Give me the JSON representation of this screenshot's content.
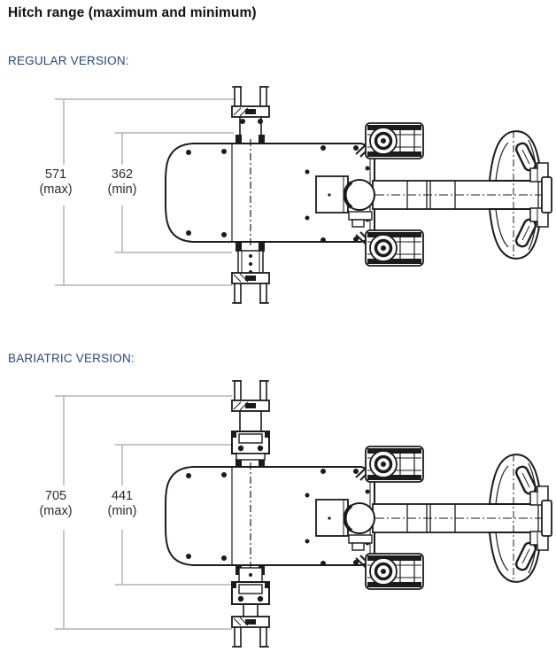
{
  "title": "Hitch range (maximum and minimum)",
  "sections": [
    {
      "heading": "REGULAR VERSION:",
      "max_value": "571",
      "max_qualifier": "(max)",
      "min_value": "362",
      "min_qualifier": "(min)"
    },
    {
      "heading": "BARIATRIC VERSION:",
      "max_value": "705",
      "max_qualifier": "(max)",
      "min_value": "441",
      "min_qualifier": "(min)"
    }
  ],
  "diagram": {
    "kind": "technical line drawing, top view",
    "regular_dimensions": [
      "571 (max)",
      "362 (min)"
    ],
    "bariatric_dimensions": [
      "705 (max)",
      "441 (min)"
    ]
  },
  "colors": {
    "heading_text": "#27457e",
    "drawing_line": "#1b1b1b",
    "dimension_line": "#b3b3b3",
    "background": "#ffffff"
  }
}
